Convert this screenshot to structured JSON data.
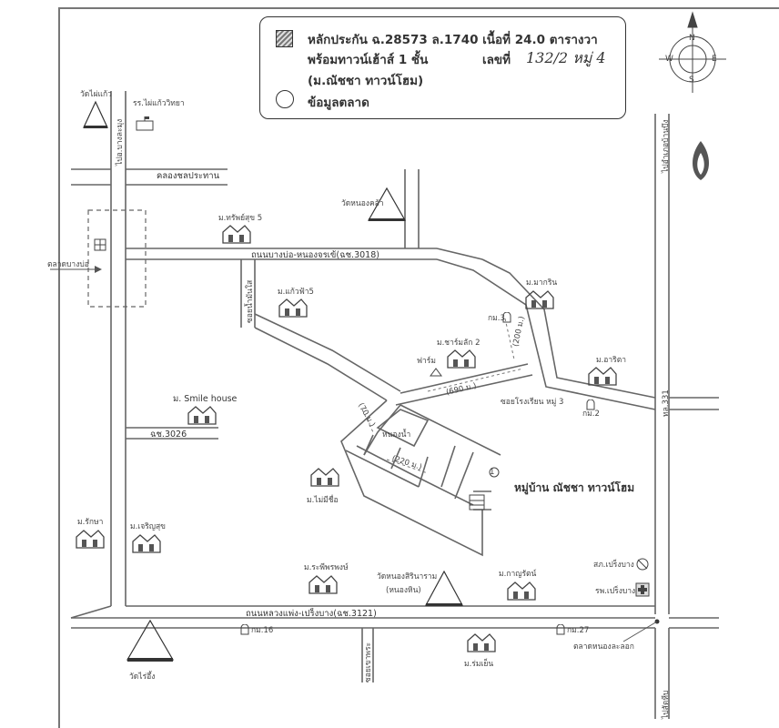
{
  "legend": {
    "title_line1": "หลักประกัน ฉ.28573 ล.1740 เนื้อที่ 24.0 ตารางวา",
    "title_line2": "พร้อมทาวน์เฮ้าส์ 1 ชั้น",
    "deed_no_label": "เลขที่",
    "deed_no_value": "132/2 หมู่ 4",
    "project_name": "(ม.ณัชชา ทาวน์โฮม)",
    "market_label": "ข้อมูลตลาด"
  },
  "compass": {
    "n": "N",
    "s": "S",
    "e": "E",
    "w": "W"
  },
  "roads": {
    "canal": "คลองชลประทาน",
    "road_3018": "ถนนบางบ่อ-หนองจรเข้(ฉช.3018)",
    "road_3026": "ฉช.3026",
    "road_3121": "ถนนหลวงแพ่ง-เปร็งบาง(ฉช.3121)",
    "road_331": "ทล.331",
    "to_bang_lamung": "ไปอ.บางละมุง",
    "to_ban_bueng": "ไปอำเภอบ้านบึง",
    "to_sattahip": "ไปสัตหีบ",
    "soi_oil": "ซอยน้ำมันใส",
    "soi_khao_phra": "ซอยเขาพระ",
    "soi_moo3": "ซอยโรงเรียน หมู่ 3",
    "dist_200": "(200 ม.)",
    "dist_690": "(690 ม.)",
    "dist_70": "(70 ม.)",
    "dist_220": "(220 ม.)",
    "market_bang_bo": "ตลาดบางบ่อ"
  },
  "places": {
    "wat_tai_kaew": "วัดไผ่แก้ว",
    "school_tai_kaew": "รร.ไผ่แก้ววิทยา",
    "wat_nong_khla": "วัดหนองคล้า",
    "village_sap_suk": "ม.ทรัพย์สุข 5",
    "village_kaew_fa": "ม.แก้วฟ้า5",
    "village_smile": "ม. Smile house",
    "village_ma_krit": "ม.มากริน",
    "village_charm_lak": "ม.ชาร์มลัก 2",
    "farm": "ฟาร์ม",
    "village_arita": "ม.อาริตา",
    "pond": "หนองน้ำ",
    "moo_ban": "หมู่บ้าน ณัชชา ทาวน์โฮม",
    "village_mai_mi_chue": "ม.ไม่มีชื่อ",
    "village_raksa": "ม.รักษา",
    "village_charoen_suk": "ม.เจริญสุข",
    "village_rapee_phon": "ม.ระพีพรพงษ์",
    "wat_nong_sirin": "วัดหนองสิรินาราม",
    "wat_nong_sirin_sub": "(หนองหิน)",
    "village_kan_rat": "ม.กาญรัตน์",
    "police": "สภ.เปร็งบาง",
    "hospital": "รพ.เปร็งบาง",
    "wat_rai_ueng": "วัดไร่อึ้ง",
    "village_rom_yen": "ม.ร่มเย็น",
    "market_lao": "ตลาดหนองละลอก",
    "marker_1": "1",
    "km_3_label": "กม.3",
    "km_2_label": "กม.2",
    "km_16_label": "กม.16",
    "km_27_label": "กม.27"
  }
}
